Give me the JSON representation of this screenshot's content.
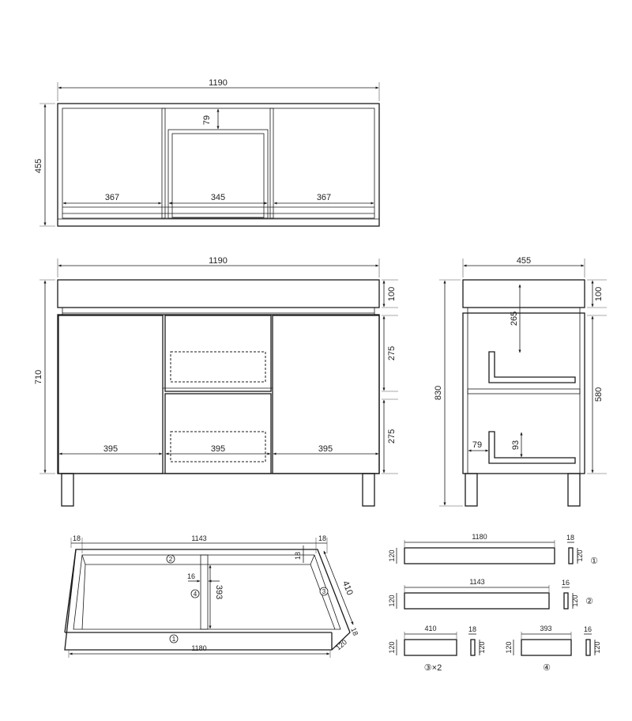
{
  "top_view": {
    "width": "1190",
    "depth": "455",
    "recess": "79",
    "left_compartment": "367",
    "center_compartment": "345",
    "right_compartment": "367"
  },
  "front_view": {
    "width": "1190",
    "cabinet_height": "710",
    "top_rail": "100",
    "upper_drawer": "275",
    "lower_drawer": "275",
    "left_door": "395",
    "center_drawers": "395",
    "right_door": "395"
  },
  "side_view": {
    "depth": "455",
    "total_height": "830",
    "top_rail": "100",
    "body_height": "580",
    "drawer_clearance": "265",
    "drawer_setback": "79",
    "drawer_side": "93"
  },
  "drawer_box": {
    "thickness_left": "18",
    "inner_length": "1143",
    "thickness_right": "18",
    "divider_thickness": "16",
    "divider_length": "393",
    "depth": "410",
    "front_length": "1180",
    "board_height": "120",
    "front_thickness": "18",
    "markers": {
      "front": "①",
      "back": "②",
      "side": "③",
      "divider": "④"
    }
  },
  "parts": {
    "p1": {
      "length": "1180",
      "height": "120",
      "thickness": "18",
      "marker": "①"
    },
    "p2": {
      "length": "1143",
      "height": "120",
      "thickness": "16",
      "marker": "②"
    },
    "p3": {
      "length": "410",
      "height": "120",
      "thickness": "18",
      "marker": "③×2"
    },
    "p4": {
      "length": "393",
      "height": "120",
      "thickness": "16",
      "marker": "④"
    }
  }
}
